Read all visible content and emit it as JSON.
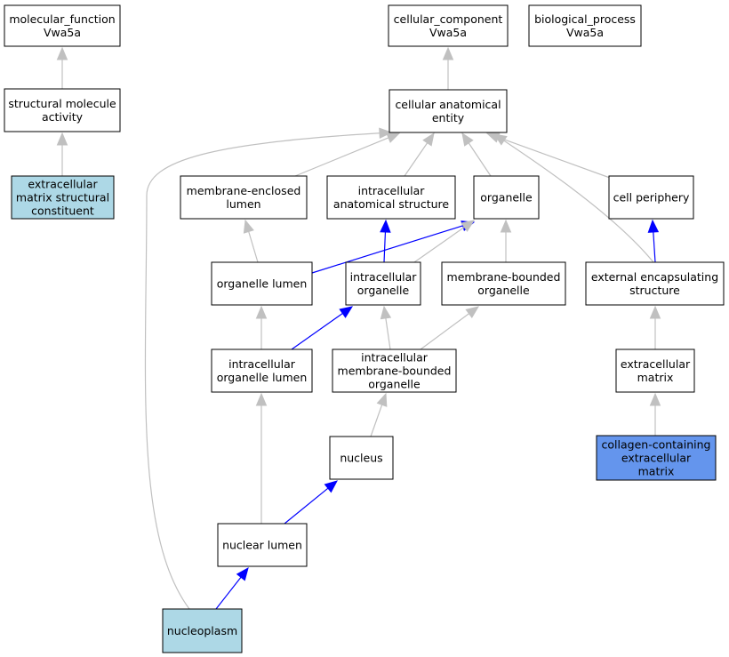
{
  "colors": {
    "default_node": "#ffffff",
    "annotated_node": "#add8e6",
    "highlight_node": "#6495ed",
    "is_a_edge": "#c0c0c0",
    "part_of_edge": "#0000ff"
  },
  "nodes": [
    {
      "id": "mf",
      "lines": [
        "molecular_function",
        "Vwa5a"
      ],
      "style": "default"
    },
    {
      "id": "cc",
      "lines": [
        "cellular_component",
        "Vwa5a"
      ],
      "style": "default"
    },
    {
      "id": "bp",
      "lines": [
        "biological_process",
        "Vwa5a"
      ],
      "style": "default"
    },
    {
      "id": "sma",
      "lines": [
        "structural molecule",
        "activity"
      ],
      "style": "default"
    },
    {
      "id": "cae",
      "lines": [
        "cellular anatomical",
        "entity"
      ],
      "style": "default"
    },
    {
      "id": "emsc",
      "lines": [
        "extracellular",
        "matrix structural",
        "constituent"
      ],
      "style": "annotated"
    },
    {
      "id": "mel",
      "lines": [
        "membrane-enclosed",
        "lumen"
      ],
      "style": "default"
    },
    {
      "id": "ias",
      "lines": [
        "intracellular",
        "anatomical structure"
      ],
      "style": "default"
    },
    {
      "id": "org",
      "lines": [
        "organelle"
      ],
      "style": "default"
    },
    {
      "id": "cp",
      "lines": [
        "cell periphery"
      ],
      "style": "default"
    },
    {
      "id": "ol",
      "lines": [
        "organelle lumen"
      ],
      "style": "default"
    },
    {
      "id": "io",
      "lines": [
        "intracellular",
        "organelle"
      ],
      "style": "default"
    },
    {
      "id": "mbo",
      "lines": [
        "membrane-bounded",
        "organelle"
      ],
      "style": "default"
    },
    {
      "id": "ees",
      "lines": [
        "external encapsulating",
        "structure"
      ],
      "style": "default"
    },
    {
      "id": "iol",
      "lines": [
        "intracellular",
        "organelle lumen"
      ],
      "style": "default"
    },
    {
      "id": "imbo",
      "lines": [
        "intracellular",
        "membrane-bounded",
        "organelle"
      ],
      "style": "default"
    },
    {
      "id": "em",
      "lines": [
        "extracellular",
        "matrix"
      ],
      "style": "default"
    },
    {
      "id": "nuc",
      "lines": [
        "nucleus"
      ],
      "style": "default"
    },
    {
      "id": "ccem",
      "lines": [
        "collagen-containing",
        "extracellular",
        "matrix"
      ],
      "style": "highlight"
    },
    {
      "id": "nl",
      "lines": [
        "nuclear lumen"
      ],
      "style": "default"
    },
    {
      "id": "np",
      "lines": [
        "nucleoplasm"
      ],
      "style": "annotated"
    }
  ],
  "edges": [
    {
      "from": "sma",
      "to": "mf",
      "type": "is_a"
    },
    {
      "from": "emsc",
      "to": "sma",
      "type": "is_a"
    },
    {
      "from": "cae",
      "to": "cc",
      "type": "is_a"
    },
    {
      "from": "mel",
      "to": "cae",
      "type": "is_a"
    },
    {
      "from": "ias",
      "to": "cae",
      "type": "is_a"
    },
    {
      "from": "org",
      "to": "cae",
      "type": "is_a"
    },
    {
      "from": "cp",
      "to": "cae",
      "type": "is_a"
    },
    {
      "from": "ees",
      "to": "cae",
      "type": "is_a"
    },
    {
      "from": "np",
      "to": "cae",
      "type": "is_a"
    },
    {
      "from": "ol",
      "to": "mel",
      "type": "is_a"
    },
    {
      "from": "ol",
      "to": "org",
      "type": "part_of"
    },
    {
      "from": "io",
      "to": "ias",
      "type": "part_of"
    },
    {
      "from": "io",
      "to": "org",
      "type": "is_a"
    },
    {
      "from": "mbo",
      "to": "org",
      "type": "is_a"
    },
    {
      "from": "ees",
      "to": "cp",
      "type": "part_of"
    },
    {
      "from": "iol",
      "to": "ol",
      "type": "is_a"
    },
    {
      "from": "iol",
      "to": "io",
      "type": "part_of"
    },
    {
      "from": "imbo",
      "to": "io",
      "type": "is_a"
    },
    {
      "from": "imbo",
      "to": "mbo",
      "type": "is_a"
    },
    {
      "from": "em",
      "to": "ees",
      "type": "is_a"
    },
    {
      "from": "nuc",
      "to": "imbo",
      "type": "is_a"
    },
    {
      "from": "ccem",
      "to": "em",
      "type": "is_a"
    },
    {
      "from": "nl",
      "to": "iol",
      "type": "is_a"
    },
    {
      "from": "nl",
      "to": "nuc",
      "type": "part_of"
    },
    {
      "from": "np",
      "to": "nl",
      "type": "part_of"
    }
  ]
}
